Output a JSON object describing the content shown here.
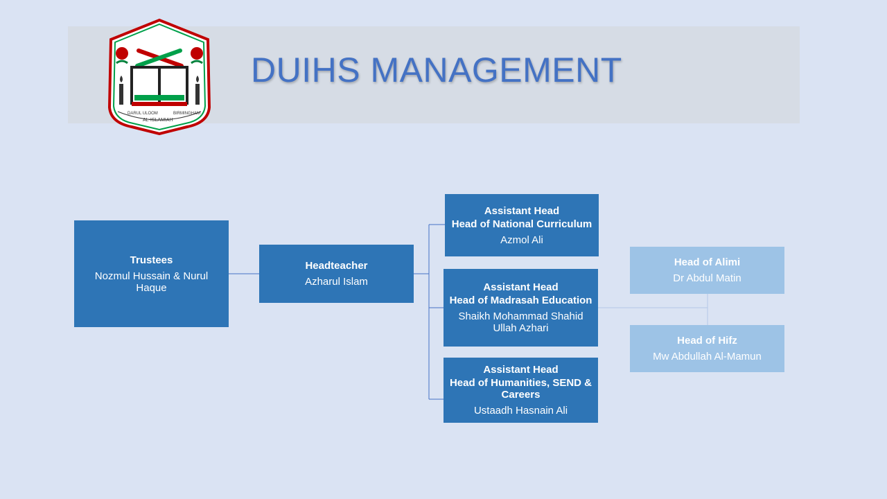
{
  "header": {
    "title": "DUIHS MANAGEMENT"
  },
  "logo": {
    "text_top_left": "DARUL ULOOM",
    "text_bottom": "AL-ISLAMIAH",
    "text_top_right": "BIRMINGHAM",
    "icon": "school-crest-icon"
  },
  "org": {
    "trustees": {
      "role": "Trustees",
      "name": "Nozmul Hussain & Nurul Haque"
    },
    "headteacher": {
      "role": "Headteacher",
      "name": "Azharul Islam"
    },
    "assistants": [
      {
        "role": "Assistant Head",
        "title": "Head of National Curriculum",
        "name": "Azmol Ali"
      },
      {
        "role": "Assistant Head",
        "title": "Head of Madrasah Education",
        "name": "Shaikh Mohammad Shahid Ullah Azhari"
      },
      {
        "role": "Assistant Head",
        "title": "Head of Humanities, SEND & Careers",
        "name": "Ustaadh Hasnain Ali"
      }
    ],
    "madrasah_reports": [
      {
        "role": "Head of Alimi",
        "name": "Dr Abdul Matin"
      },
      {
        "role": "Head of Hifz",
        "name": "Mw Abdullah Al-Mamun"
      }
    ]
  },
  "colors": {
    "box_dark": "#2e75b6",
    "box_light": "#9dc3e6",
    "title": "#4472c4",
    "background": "#dae3f3"
  }
}
